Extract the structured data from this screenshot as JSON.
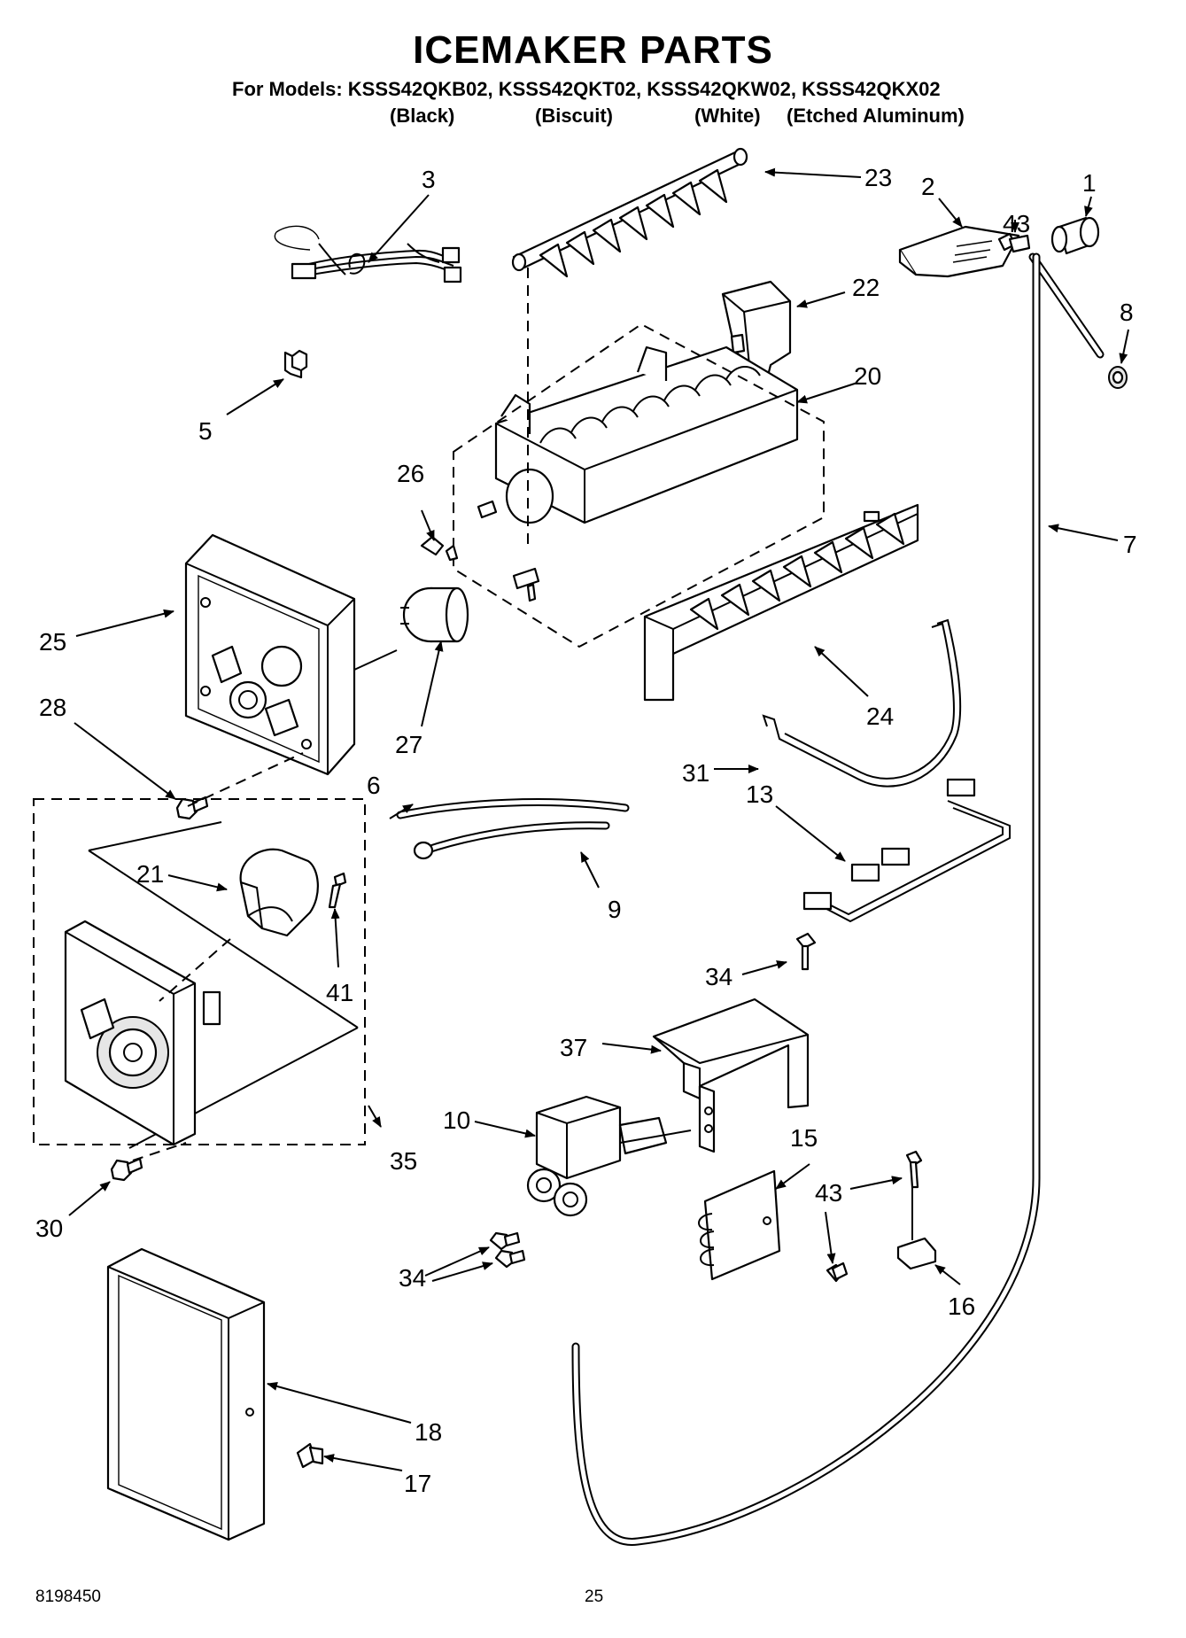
{
  "header": {
    "title": "ICEMAKER PARTS",
    "models": "For Models: KSSS42QKB02, KSSS42QKT02, KSSS42QKW02, KSSS42QKX02",
    "colors": [
      "(Black)",
      "(Biscuit)",
      "(White)",
      "(Etched Aluminum)"
    ]
  },
  "callouts": {
    "c1": "1",
    "c2": "2",
    "c3": "3",
    "c5": "5",
    "c6": "6",
    "c7": "7",
    "c8": "8",
    "c9": "9",
    "c10": "10",
    "c13": "13",
    "c15": "15",
    "c16": "16",
    "c17": "17",
    "c18": "18",
    "c20": "20",
    "c21": "21",
    "c22": "22",
    "c23": "23",
    "c24": "24",
    "c25": "25",
    "c26": "26",
    "c27": "27",
    "c28": "28",
    "c30": "30",
    "c31": "31",
    "c34a": "34",
    "c34b": "34",
    "c35": "35",
    "c37": "37",
    "c41": "41",
    "c43a": "43",
    "c43b": "43"
  },
  "footer": {
    "doc_number": "8198450",
    "page_number": "25"
  }
}
